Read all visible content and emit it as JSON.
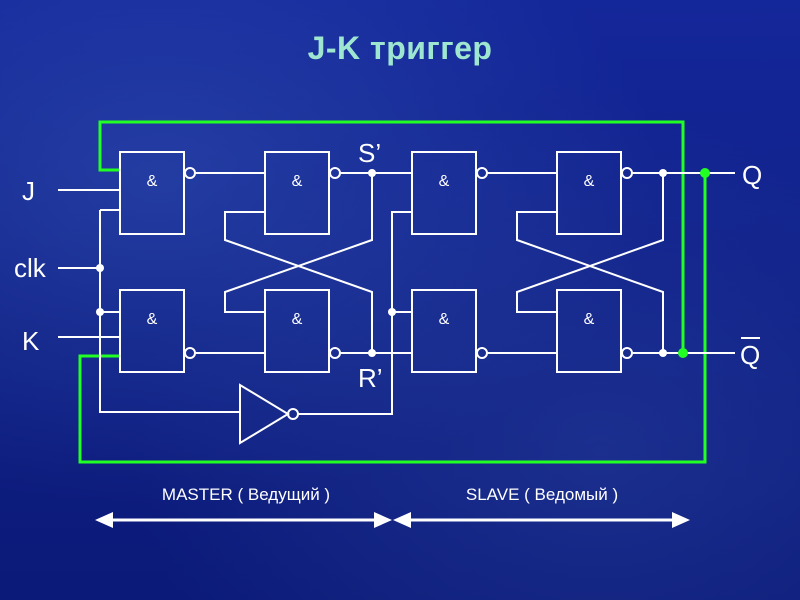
{
  "title": "J-K триггер",
  "inputs": {
    "j": "J",
    "clk": "clk",
    "k": "K"
  },
  "outputs": {
    "q": "Q",
    "q_bar": "Q"
  },
  "intermediate": {
    "s": "S’",
    "r": "R’"
  },
  "gate_symbol": "&",
  "sections": {
    "master": "MASTER  ( Ведущий )",
    "slave": "SLAVE  ( Ведомый )"
  },
  "colors": {
    "background": "#0d1f8a",
    "title": "#9fe6d0",
    "feedback": "#22ff22",
    "wire": "#ffffff"
  }
}
